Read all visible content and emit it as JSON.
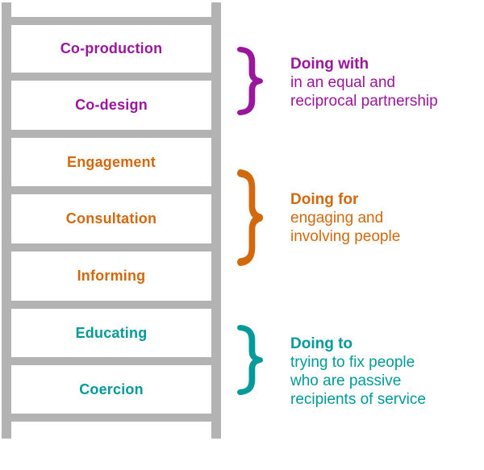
{
  "colors": {
    "purple": "#9A169C",
    "orange": "#D2690E",
    "teal": "#009A9A",
    "grey": "#B3B3B3"
  },
  "ladder": {
    "steps": [
      {
        "label": "Co-production",
        "group": "purple"
      },
      {
        "label": "Co-design",
        "group": "purple"
      },
      {
        "label": "Engagement",
        "group": "orange"
      },
      {
        "label": "Consultation",
        "group": "orange"
      },
      {
        "label": "Informing",
        "group": "orange"
      },
      {
        "label": "Educating",
        "group": "teal"
      },
      {
        "label": "Coercion",
        "group": "teal"
      }
    ]
  },
  "annotations": [
    {
      "heading": "Doing with",
      "lines": [
        "in an equal and",
        "reciprocal partnership"
      ]
    },
    {
      "heading": "Doing for",
      "lines": [
        "engaging and",
        "involving people"
      ]
    },
    {
      "heading": "Doing to",
      "lines": [
        "trying to fix people",
        "who are passive",
        "recipients of service"
      ]
    }
  ]
}
